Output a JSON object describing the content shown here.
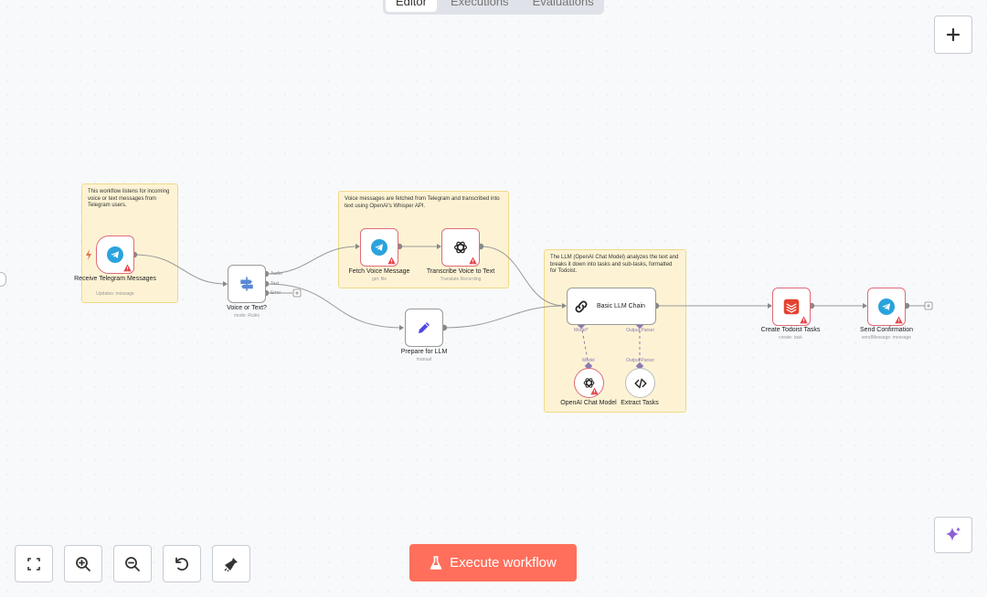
{
  "tabs": [
    {
      "label": "Editor",
      "active": true
    },
    {
      "label": "Executions",
      "active": false
    },
    {
      "label": "Evaluations",
      "active": false
    }
  ],
  "stickies": {
    "telegram": "This workflow listens for incoming voice or text messages from Telegram users.",
    "voice": "Voice messages are fetched from Telegram and transcribed into text using OpenAI's Whisper API.",
    "llm": "The LLM (OpenAI Chat Model) analyzes the text and breaks it down into tasks and sub-tasks, formatted for Todoist."
  },
  "nodes": {
    "receive": {
      "label": "Receive Telegram Messages",
      "sub": "Updates: message"
    },
    "voice_or_text": {
      "label": "Voice or Text?",
      "sub": "mode: Rules"
    },
    "fetch": {
      "label": "Fetch Voice Message",
      "sub": "get: file"
    },
    "transcribe": {
      "label": "Transcribe Voice to Text",
      "sub": "Translate Recording"
    },
    "prepare": {
      "label": "Prepare for LLM",
      "sub": "manual"
    },
    "chain": {
      "label": "Basic LLM Chain"
    },
    "openai_model": {
      "label": "OpenAI Chat Model"
    },
    "extract": {
      "label": "Extract Tasks"
    },
    "todoist": {
      "label": "Create Todoist Tasks",
      "sub": "create: task"
    },
    "send": {
      "label": "Send Confirmation",
      "sub": "sendMessage: message"
    }
  },
  "ports": {
    "audio": "Audio",
    "text": "Text",
    "error": "Error",
    "model_req": "Model*",
    "output_parser": "Output Parser",
    "model": "Model",
    "output_parser2": "Output Parser"
  },
  "execute_label": "Execute workflow",
  "colors": {
    "execute_bg": "#ff6f5c",
    "error_border": "#e06b7a",
    "sticky_bg": "#fdf3d4",
    "telegram": "#2aa3dd",
    "todoist": "#e44332"
  },
  "toolbar_icons": [
    "zoom-to-fit-icon",
    "zoom-in-icon",
    "zoom-out-icon",
    "reset-zoom-icon",
    "tidy-up-icon"
  ]
}
